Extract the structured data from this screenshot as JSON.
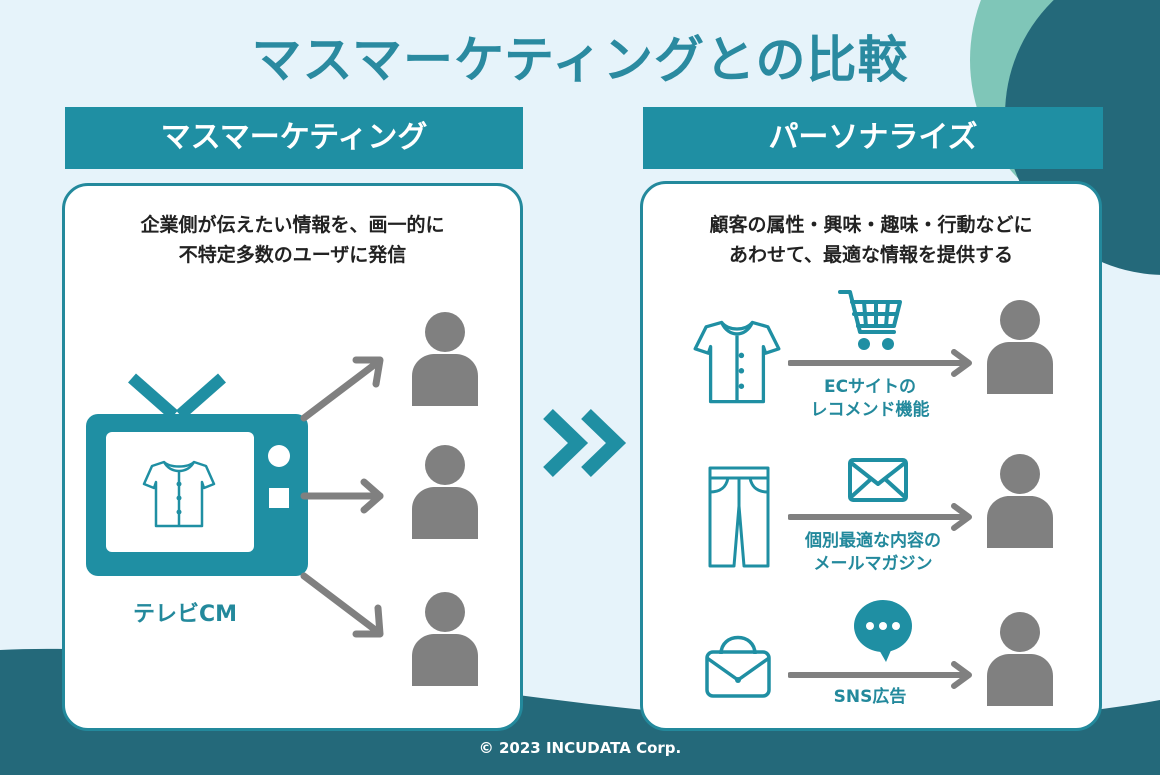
{
  "title": "マスマーケティングとの比較",
  "left": {
    "header": "マスマーケティング",
    "description_line1": "企業側が伝えたい情報を、画一的に",
    "description_line2": "不特定多数のユーザに発信",
    "tv_label": "テレビCM"
  },
  "right": {
    "header": "パーソナライズ",
    "description_line1": "顧客の属性・興味・趣味・行動などに",
    "description_line2": "あわせて、最適な情報を提供する",
    "rows": [
      {
        "label_line1": "ECサイトの",
        "label_line2": "レコメンド機能",
        "item_icon": "blouse-icon",
        "channel_icon": "shopping-cart-icon"
      },
      {
        "label_line1": "個別最適な内容の",
        "label_line2": "メールマガジン",
        "item_icon": "pants-icon",
        "channel_icon": "envelope-icon"
      },
      {
        "label_line1": "SNS広告",
        "label_line2": "",
        "item_icon": "handbag-icon",
        "channel_icon": "chat-bubble-icon"
      }
    ]
  },
  "footer": "© 2023 INCUDATA Corp.",
  "colors": {
    "accent": "#1f8fa3",
    "dark": "#24697a",
    "gray": "#808080",
    "light_bg": "#eaf5fb"
  }
}
